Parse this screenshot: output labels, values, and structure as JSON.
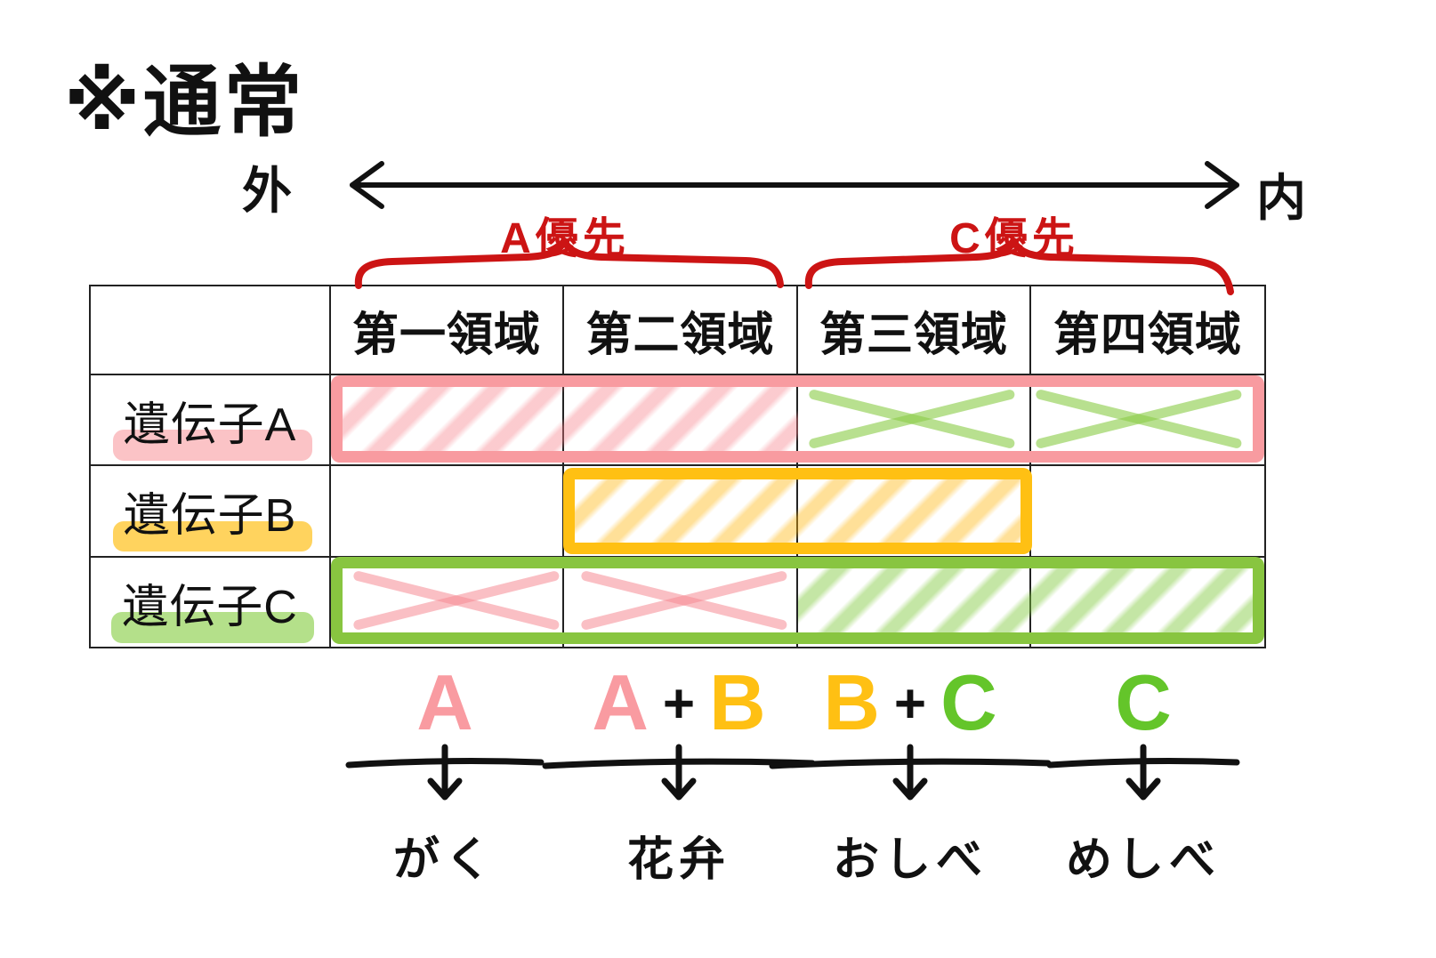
{
  "title": "※通常",
  "axis": {
    "left": "外",
    "right": "内"
  },
  "priorities": [
    {
      "label": "A優先",
      "spans_regions": [
        "第一領域",
        "第二領域"
      ],
      "color": "#cc1414"
    },
    {
      "label": "C優先",
      "spans_regions": [
        "第三領域",
        "第四領域"
      ],
      "color": "#cc1414"
    }
  ],
  "colors": {
    "gene_a_pink": "#f89ba0",
    "gene_b_yellow": "#ffc013",
    "gene_c_green": "#88c540",
    "annotation_red": "#cc1414",
    "ink_black": "#111111"
  },
  "table": {
    "corner": "",
    "col_headers": [
      "第一領域",
      "第二領域",
      "第三領域",
      "第四領域"
    ],
    "rows": [
      {
        "label": "遺伝子A",
        "highlight": "pink",
        "expression": [
          "expressed",
          "expressed",
          "suppressed",
          "suppressed"
        ]
      },
      {
        "label": "遺伝子B",
        "highlight": "yellow",
        "expression": [
          "absent",
          "expressed",
          "expressed",
          "absent"
        ]
      },
      {
        "label": "遺伝子C",
        "highlight": "green",
        "expression": [
          "suppressed",
          "suppressed",
          "expressed",
          "expressed"
        ]
      }
    ]
  },
  "outcomes": [
    {
      "genes": [
        {
          "letter": "A",
          "color": "#f99ba1"
        }
      ],
      "plus": "",
      "result": "がく"
    },
    {
      "genes": [
        {
          "letter": "A",
          "color": "#f99ba1"
        },
        {
          "letter": "B",
          "color": "#ffc013"
        }
      ],
      "plus": "+",
      "result": "花弁"
    },
    {
      "genes": [
        {
          "letter": "B",
          "color": "#ffc013"
        },
        {
          "letter": "C",
          "color": "#64c52a"
        }
      ],
      "plus": "+",
      "result": "おしべ"
    },
    {
      "genes": [
        {
          "letter": "C",
          "color": "#64c52a"
        }
      ],
      "plus": "",
      "result": "めしべ"
    }
  ]
}
